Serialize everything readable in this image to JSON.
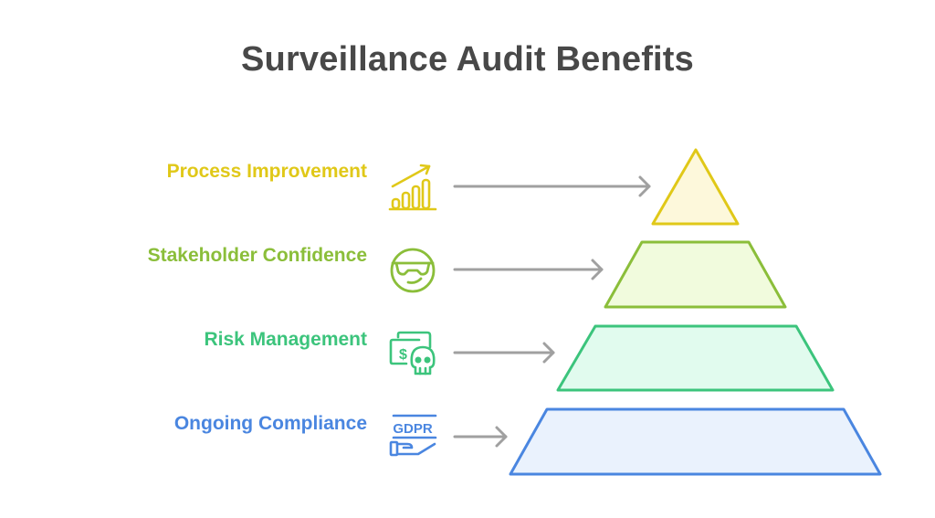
{
  "title": "Surveillance Audit Benefits",
  "levels": [
    {
      "label": "Process Improvement",
      "icon": "growth-chart-icon",
      "color": "#E0C818",
      "fill": "#FDF8DB"
    },
    {
      "label": "Stakeholder Confidence",
      "icon": "cool-face-sunglasses-icon",
      "color": "#8BBE3A",
      "fill": "#F1FBDD"
    },
    {
      "label": "Risk Management",
      "icon": "money-skull-risk-icon",
      "color": "#3CC47C",
      "fill": "#E1FBEE"
    },
    {
      "label": "Ongoing Compliance",
      "icon": "gdpr-hand-icon",
      "color": "#4A86E0",
      "fill": "#EAF2FD",
      "icon_text": "GDPR"
    }
  ],
  "arrow_color": "#A0A0A0"
}
